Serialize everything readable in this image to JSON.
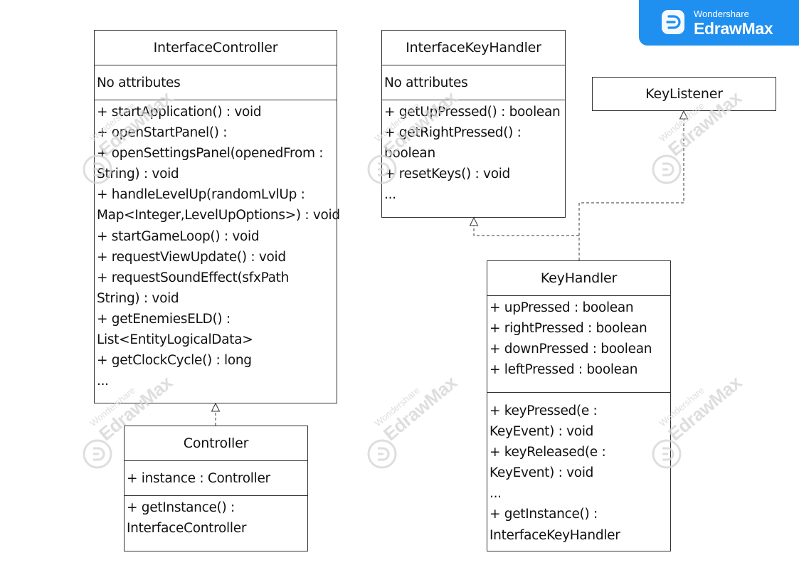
{
  "brand": {
    "company": "Wondershare",
    "product": "EdrawMax"
  },
  "watermark": {
    "company": "Wondershare",
    "product": "EdrawMax"
  },
  "classes": {
    "interface_controller": {
      "name": "InterfaceController",
      "attributes": [
        "No attributes"
      ],
      "methods": [
        "+ startApplication() : void",
        "+ openStartPanel() :",
        "+ openSettingsPanel(openedFrom :",
        "String) : void",
        "+ handleLevelUp(randomLvlUp :",
        "Map<Integer,LevelUpOptions>) : void",
        "+ startGameLoop() : void",
        "+ requestViewUpdate() : void",
        "+ requestSoundEffect(sfxPath",
        "String) : void",
        "+ getEnemiesELD() :",
        "List<EntityLogicalData>",
        "+ getClockCycle() : long",
        "..."
      ]
    },
    "interface_key_handler": {
      "name": "InterfaceKeyHandler",
      "attributes": [
        "No attributes"
      ],
      "methods": [
        "+ getUpPressed() : boolean",
        "+ getRightPressed() :",
        "boolean",
        "+ resetKeys() : void",
        "..."
      ]
    },
    "key_listener": {
      "name": "KeyListener"
    },
    "key_handler": {
      "name": "KeyHandler",
      "attributes": [
        "+ upPressed : boolean",
        "+ rightPressed : boolean",
        "+ downPressed : boolean",
        "+ leftPressed : boolean"
      ],
      "methods": [
        "+ keyPressed(e :",
        "KeyEvent) : void",
        "+ keyReleased(e :",
        "KeyEvent) : void",
        "...",
        "+ getInstance() :",
        "InterfaceKeyHandler"
      ]
    },
    "controller": {
      "name": "Controller",
      "attributes": [
        "+ instance : Controller"
      ],
      "methods": [
        "+ getInstance() :",
        "InterfaceController"
      ]
    }
  },
  "relations": [
    {
      "type": "realization",
      "from": "Controller",
      "to": "InterfaceController"
    },
    {
      "type": "realization",
      "from": "KeyHandler",
      "to": "InterfaceKeyHandler"
    },
    {
      "type": "realization",
      "from": "KeyHandler",
      "to": "KeyListener"
    }
  ]
}
